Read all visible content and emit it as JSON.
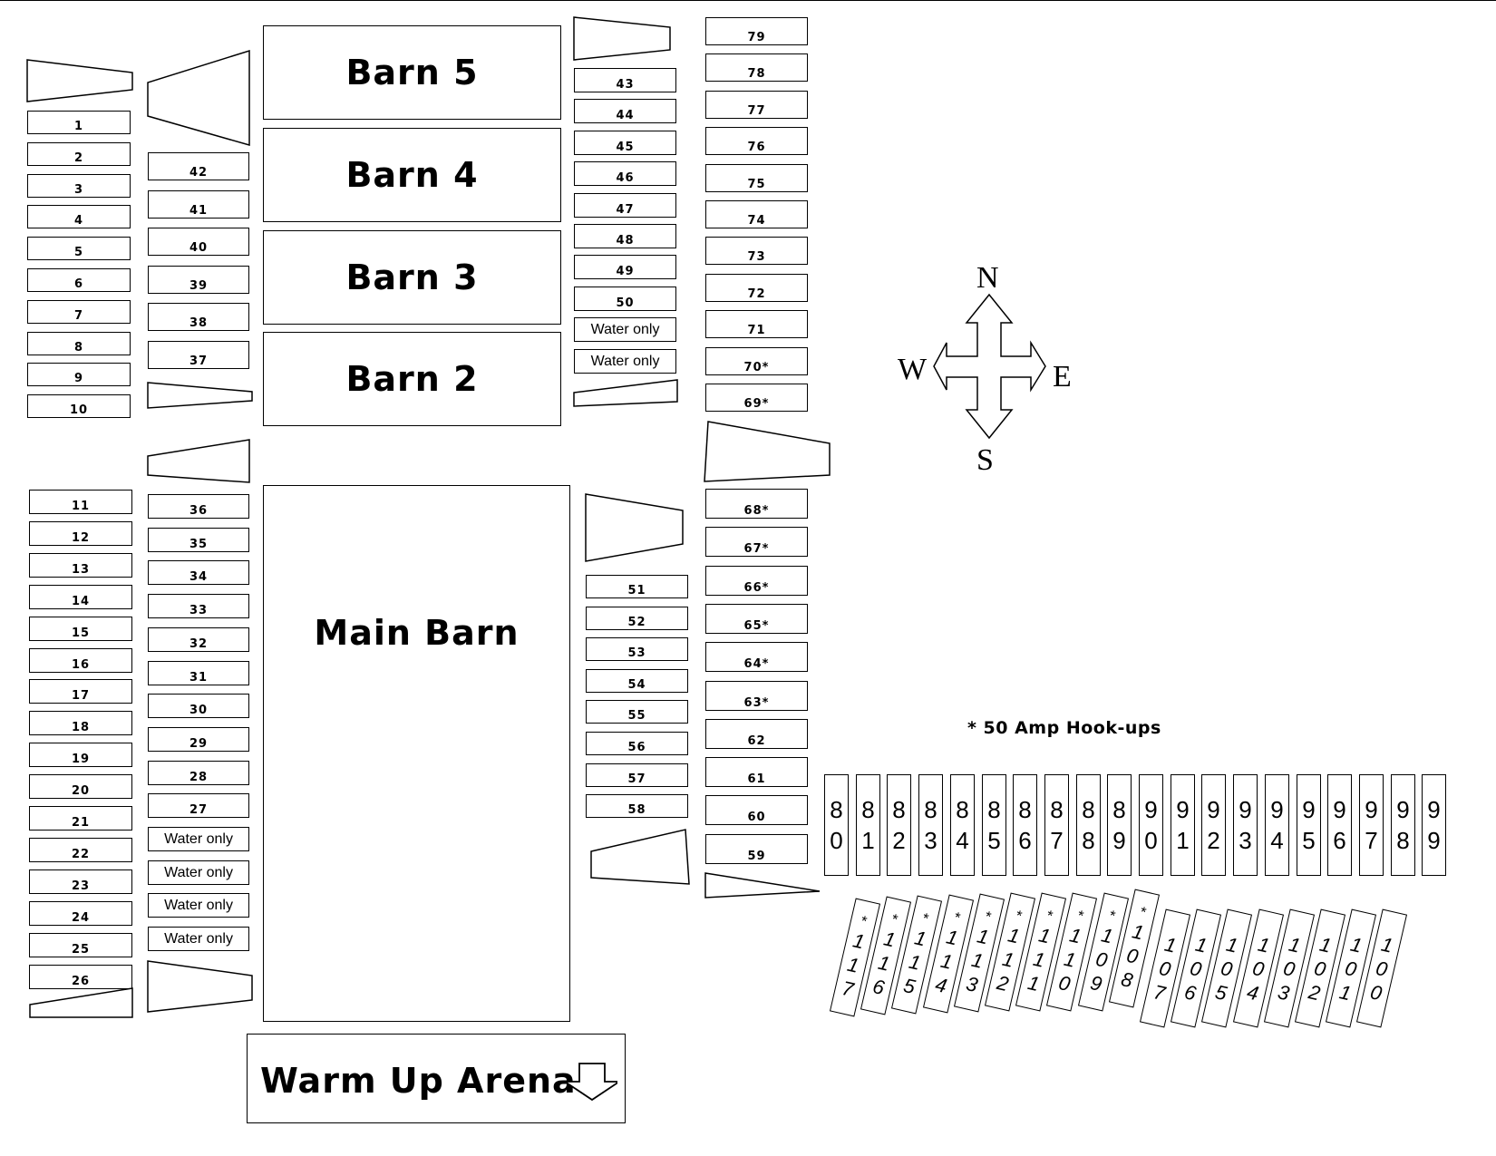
{
  "barns": {
    "barn5": "Barn 5",
    "barn4": "Barn 4",
    "barn3": "Barn 3",
    "barn2": "Barn 2",
    "main": "Main Barn",
    "warm_up": "Warm Up Arena"
  },
  "water_label": "Water only",
  "legend": "*  50 Amp Hook-ups",
  "compass": {
    "n": "N",
    "e": "E",
    "s": "S",
    "w": "W"
  },
  "stall_columns": {
    "west_upper": [
      "1",
      "2",
      "3",
      "4",
      "5",
      "6",
      "7",
      "8",
      "9",
      "10"
    ],
    "west_lower": [
      "11",
      "12",
      "13",
      "14",
      "15",
      "16",
      "17",
      "18",
      "19",
      "20",
      "21",
      "22",
      "23",
      "24",
      "25",
      "26"
    ],
    "inner_lower": [
      "36",
      "35",
      "34",
      "33",
      "32",
      "31",
      "30",
      "29",
      "28",
      "27",
      "Water only",
      "Water only",
      "Water only",
      "Water only"
    ],
    "inner_upper": [
      "42",
      "41",
      "40",
      "39",
      "38",
      "37"
    ],
    "east_upper": [
      "43",
      "44",
      "45",
      "46",
      "47",
      "48",
      "49",
      "50",
      "Water only",
      "Water only"
    ],
    "east_lower": [
      "51",
      "52",
      "53",
      "54",
      "55",
      "56",
      "57",
      "58"
    ],
    "far_upper": [
      "79",
      "78",
      "77",
      "76",
      "75",
      "74",
      "73",
      "72",
      "71",
      "70*",
      "69*"
    ],
    "far_lower": [
      "68*",
      "67*",
      "66*",
      "65*",
      "64*",
      "63*",
      "62",
      "61",
      "60",
      "59"
    ]
  },
  "bottom_row": [
    "80",
    "81",
    "82",
    "83",
    "84",
    "85",
    "86",
    "87",
    "88",
    "89",
    "90",
    "91",
    "92",
    "93",
    "94",
    "95",
    "96",
    "97",
    "98",
    "99"
  ],
  "tilted_row": [
    "*117",
    "*116",
    "*115",
    "*114",
    "*113",
    "*112",
    "*111",
    "*110",
    "*109",
    "*108",
    "107",
    "106",
    "105",
    "104",
    "103",
    "102",
    "101",
    "100"
  ]
}
